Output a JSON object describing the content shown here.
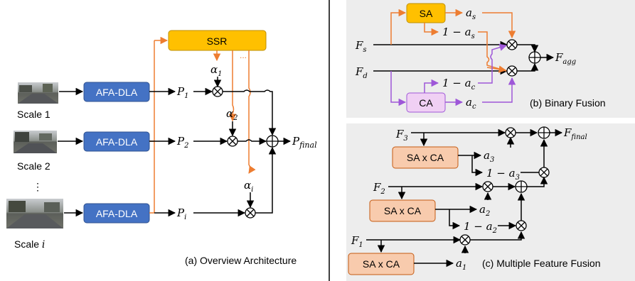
{
  "overview": {
    "caption": "(a) Overview Architecture",
    "ssr_label": "SSR",
    "ssr_dots": "...",
    "afa_label": "AFA-DLA",
    "scales": [
      "Scale 1",
      "Scale 2",
      "Scale i"
    ],
    "scale_ellipsis": "⋮",
    "p_labels": [
      "P1",
      "P2",
      "Pi"
    ],
    "alpha_labels": [
      "α1",
      "α2",
      "αi"
    ],
    "p_final": "Pfinal"
  },
  "binary": {
    "caption": "(b) Binary Fusion",
    "sa_label": "SA",
    "ca_label": "CA",
    "fs": "Fs",
    "fd": "Fd",
    "as": "as",
    "one_minus_as": "1 − as",
    "ac": "ac",
    "one_minus_ac": "1 − ac",
    "fagg": "Fagg"
  },
  "multiple": {
    "caption": "(c) Multiple Feature Fusion",
    "block_label": "SA x CA",
    "inputs": [
      "F3",
      "F2",
      "F1"
    ],
    "a_labels": [
      "a3",
      "a2",
      "a1"
    ],
    "one_minus": [
      "1 − a3",
      "1 − a2"
    ],
    "ffinal": "Ffinal"
  },
  "colors": {
    "ssr_fill": "#ffc000",
    "afa_fill": "#4472c4",
    "sa_fill": "#ffc000",
    "ca_fill": "#f0d0f4",
    "saxca_fill": "#f8cbad",
    "orange_line": "#ed7d31",
    "purple_line": "#9e57d8",
    "panel_bg": "#ededed"
  },
  "icons": [
    "circled-times-icon",
    "circled-plus-icon",
    "street-scene-image"
  ]
}
